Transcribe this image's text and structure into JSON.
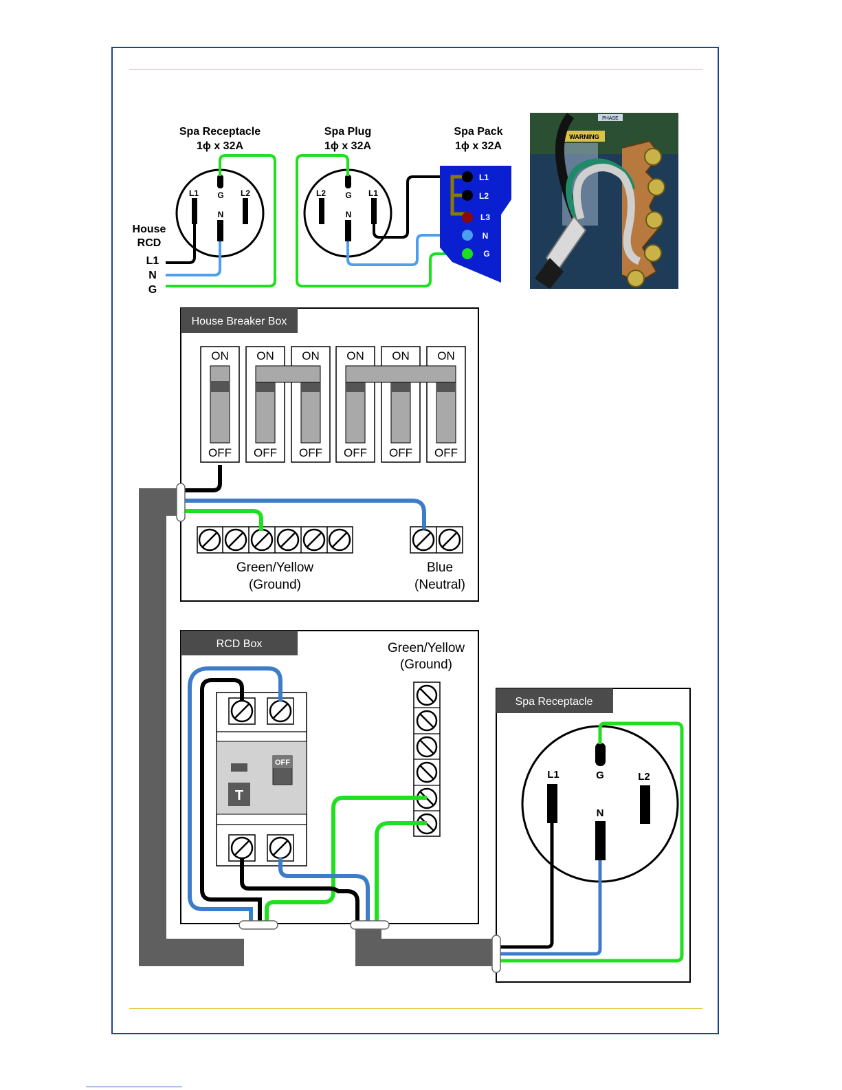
{
  "top": {
    "receptacle": {
      "title1": "Spa Receptacle",
      "title2": "1ϕ x 32A",
      "pins": {
        "l1": "L1",
        "g": "G",
        "l2": "L2",
        "n": "N"
      }
    },
    "plug": {
      "title1": "Spa Plug",
      "title2": "1ϕ x 32A",
      "pins": {
        "l2": "L2",
        "g": "G",
        "l1": "L1",
        "n": "N"
      }
    },
    "pack": {
      "title1": "Spa Pack",
      "title2": "1ϕ x 32A",
      "terminals": [
        "L1",
        "L2",
        "L3",
        "N",
        "G"
      ]
    },
    "house": {
      "line1": "House",
      "line2": "RCD",
      "wires": [
        "L1",
        "N",
        "G"
      ]
    },
    "photo": {
      "label": "WARNING",
      "phase_label": "PHASE"
    }
  },
  "breaker_box": {
    "title": "House Breaker Box",
    "breakers": [
      {
        "on": "ON",
        "off": "OFF"
      },
      {
        "on": "ON",
        "off": "OFF"
      },
      {
        "on": "ON",
        "off": "OFF"
      },
      {
        "on": "ON",
        "off": "OFF"
      },
      {
        "on": "ON",
        "off": "OFF"
      },
      {
        "on": "ON",
        "off": "OFF"
      }
    ],
    "ground_label1": "Green/Yellow",
    "ground_label2": "(Ground)",
    "neutral_label1": "Blue",
    "neutral_label2": "(Neutral)"
  },
  "rcd_box": {
    "title": "RCD Box",
    "ground_label1": "Green/Yellow",
    "ground_label2": "(Ground)",
    "off_label": "OFF",
    "test_label": "T"
  },
  "spa_receptacle": {
    "title": "Spa Receptacle",
    "pins": {
      "l1": "L1",
      "g": "G",
      "l2": "L2",
      "n": "N"
    }
  },
  "colors": {
    "line": "#000000",
    "neutral": "#3d7cc9",
    "neutral_light": "#4aa0ee",
    "ground": "#1fe01f",
    "conduit": "#5f5f5f",
    "pack": "#0a20d0",
    "border": "#1f3f99",
    "rule": "#e8c94a"
  }
}
